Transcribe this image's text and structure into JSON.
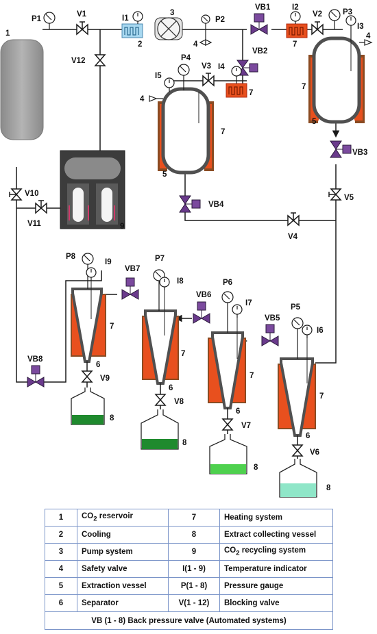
{
  "labels": {
    "reservoir": "1",
    "cooling": "2",
    "pump": "3",
    "safety_valve_top": "4",
    "safety_valve_left": "4",
    "safety_valve_right": "4",
    "vessel_left": "5",
    "vessel_right": "5",
    "sep1": "6",
    "sep2": "6",
    "sep3": "6",
    "sep4": "6",
    "heat_top_right": "7",
    "heat_i4": "7",
    "heat_vessel_left": "7",
    "heat_vessel_right": "7",
    "heat_sep1": "7",
    "heat_sep2": "7",
    "heat_sep3": "7",
    "heat_sep4": "7",
    "coll1": "8",
    "coll2": "8",
    "coll3": "8",
    "coll4": "8",
    "recycling": "9"
  },
  "instruments": {
    "P1": "P1",
    "P2": "P2",
    "P3": "P3",
    "P4": "P4",
    "P5": "P5",
    "P6": "P6",
    "P7": "P7",
    "P8": "P8",
    "I1": "I1",
    "I2": "I2",
    "I3": "I3",
    "I4": "I4",
    "I5": "I5",
    "I6": "I6",
    "I7": "I7",
    "I8": "I8",
    "I9": "I9"
  },
  "valves": {
    "V1": "V1",
    "V2": "V2",
    "V3": "V3",
    "V4": "V4",
    "V5": "V5",
    "V6": "V6",
    "V7": "V7",
    "V8": "V8",
    "V9": "V9",
    "V10": "V10",
    "V11": "V11",
    "V12": "V12",
    "VB1": "VB1",
    "VB2": "VB2",
    "VB3": "VB3",
    "VB4": "VB4",
    "VB5": "VB5",
    "VB6": "VB6",
    "VB7": "VB7",
    "VB8": "VB8"
  },
  "legend": {
    "rows": [
      {
        "n1": "1",
        "d1_pre": "CO",
        "d1_sub": "2",
        "d1_post": " reservoir",
        "n2": "7",
        "d2": "Heating system"
      },
      {
        "n1": "2",
        "d1": "Cooling",
        "n2": "8",
        "d2": "Extract collecting vessel"
      },
      {
        "n1": "3",
        "d1": "Pump system",
        "n2": "9",
        "d2_pre": "CO",
        "d2_sub": "2",
        "d2_post": " recycling system"
      },
      {
        "n1": "4",
        "d1": "Safety valve",
        "n2": "I(1 - 9)",
        "d2": "Temperature indicator"
      },
      {
        "n1": "5",
        "d1": "Extraction vessel",
        "n2": "P(1 - 8)",
        "d2": "Pressure gauge"
      },
      {
        "n1": "6",
        "d1": "Separator",
        "n2": "V(1 - 12)",
        "d2": "Blocking valve"
      }
    ],
    "footer": "VB (1 - 8) Back pressure valve (Automated systems)"
  },
  "colors": {
    "line": "#1a1a1a",
    "vessel_gray": "#9a9a9a",
    "vessel_dark": "#505050",
    "heater_orange": "#e8501e",
    "heater_brown": "#8a4b22",
    "cooling_blue": "#a8d8f0",
    "valve_purple": "#6a3a8c",
    "actuator": "#7b4a9e",
    "extract_green": "#1f8a2e",
    "extract_light": "#4ed14e",
    "extract_mint": "#8fe6c8",
    "table_border": "#7a94c8"
  }
}
